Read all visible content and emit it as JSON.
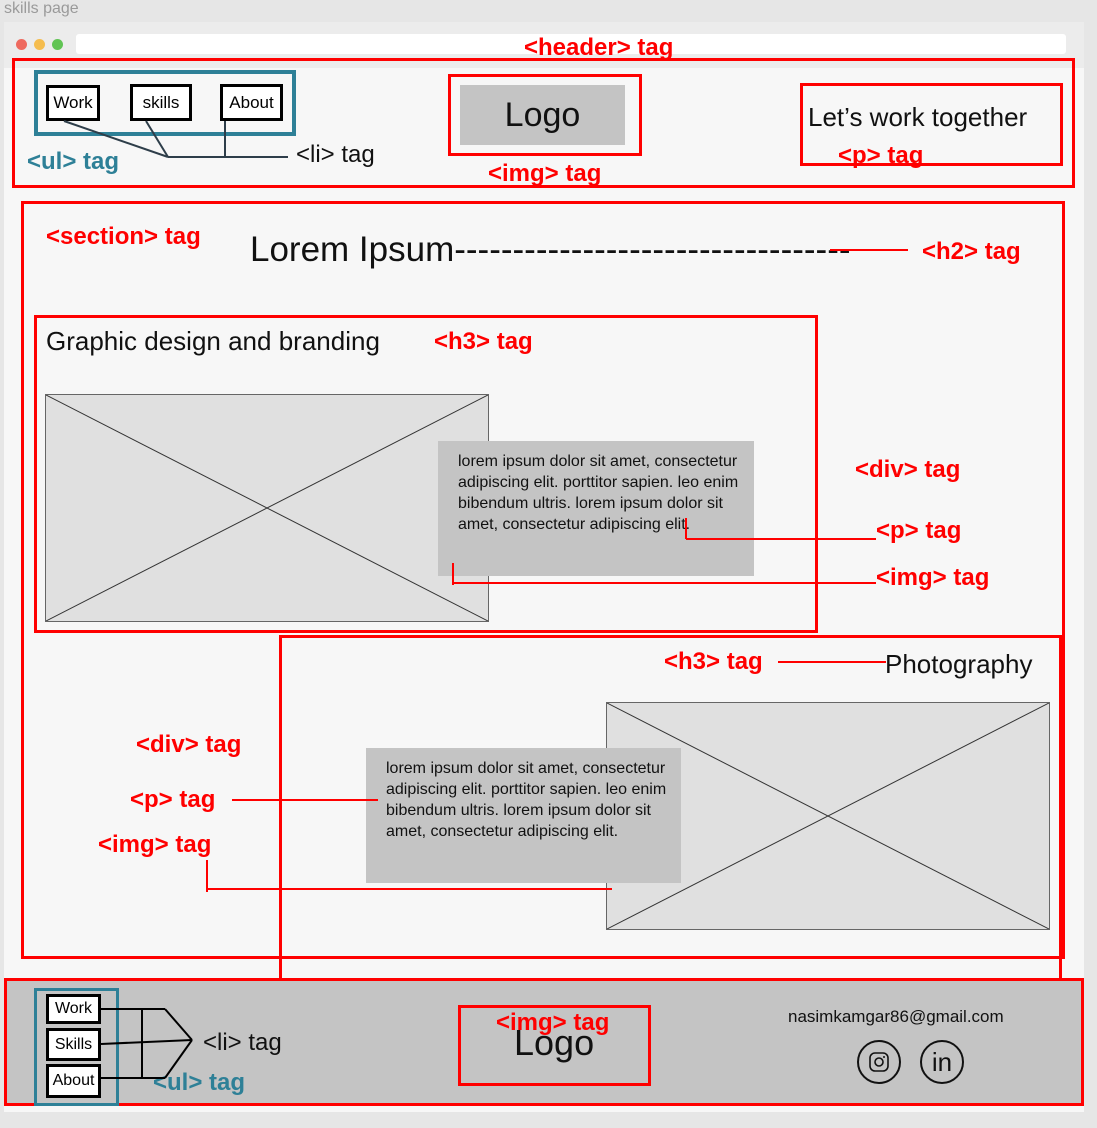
{
  "page_caption": "skills page",
  "header": {
    "nav": [
      "Work",
      "skills",
      "About"
    ],
    "logo": "Logo",
    "cta": "Let’s work together"
  },
  "main": {
    "heading": "Lorem Ipsum----------------------------------",
    "card1": {
      "title": "Graphic design and branding",
      "text": "lorem ipsum dolor sit amet, consectetur adipiscing elit. porttitor sapien. leo enim bibendum ultris. lorem ipsum dolor sit amet, consectetur adipiscing elit."
    },
    "card2": {
      "title": "Photography",
      "text": "lorem ipsum dolor sit amet, consectetur adipiscing elit. porttitor sapien. leo enim bibendum ultris. lorem ipsum dolor sit amet, consectetur adipiscing elit."
    }
  },
  "footer": {
    "nav": [
      "Work",
      "Skills",
      "About"
    ],
    "logo": "Logo",
    "email": "nasimkamgar86@gmail.com",
    "icons": [
      "instagram-icon",
      "linkedin-icon"
    ],
    "linkedin_text": "in"
  },
  "annotations": {
    "header_tag": "<header> tag",
    "ul_tag": "<ul> tag",
    "li_tag": "<li> tag",
    "img_tag": "<img> tag",
    "p_tag": "<p> tag",
    "section_tag": "<section> tag",
    "h2_tag": "<h2> tag",
    "h3_tag": "<h3> tag",
    "div_tag": "<div> tag"
  },
  "colors": {
    "annotation": "#ff0000",
    "list_annotation": "#2e8097",
    "placeholder": "#c4c4c4"
  }
}
